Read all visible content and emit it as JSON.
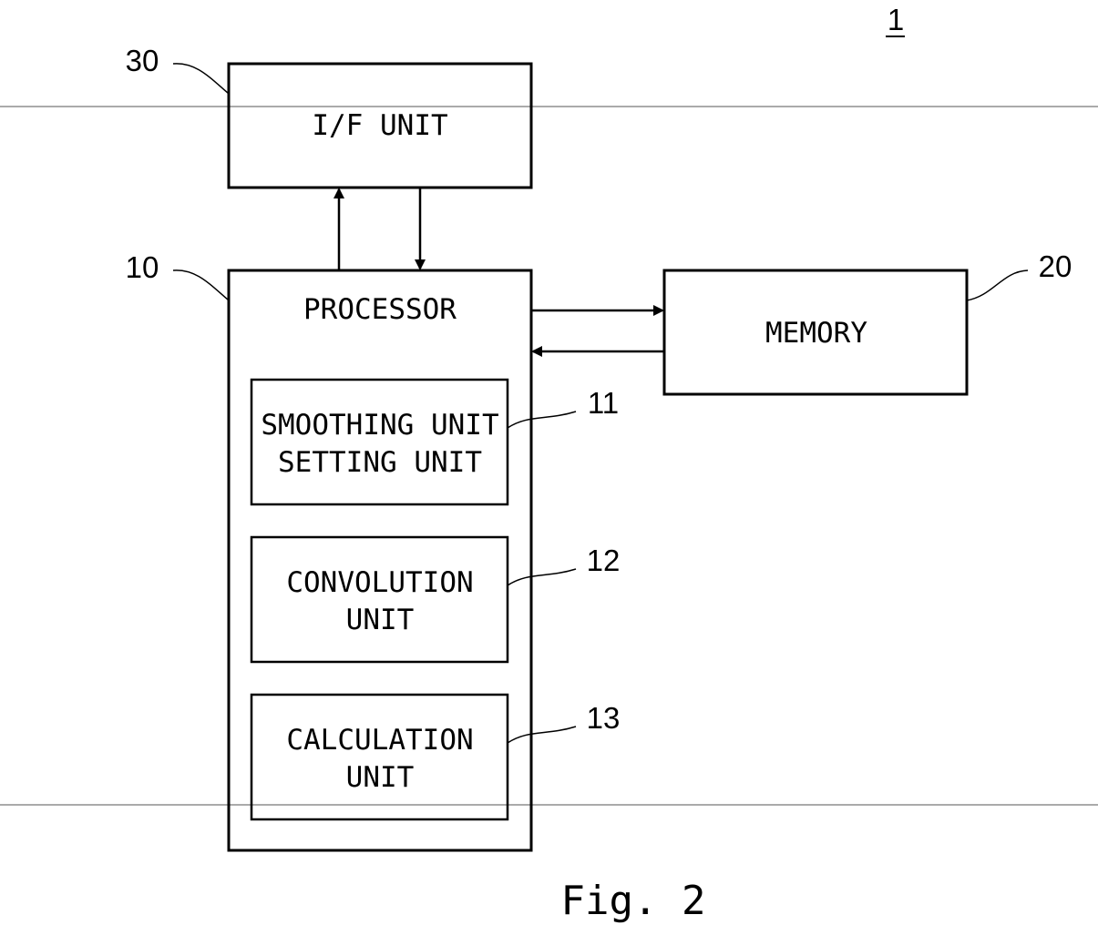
{
  "figure": {
    "caption": "Fig. 2",
    "device_ref": "1"
  },
  "blocks": {
    "if_unit": {
      "ref": "30",
      "lines": [
        "I/F UNIT"
      ]
    },
    "processor": {
      "ref": "10",
      "lines": [
        "PROCESSOR"
      ]
    },
    "memory": {
      "ref": "20",
      "lines": [
        "MEMORY"
      ]
    },
    "smoothing_unit_setting_unit": {
      "ref": "11",
      "lines": [
        "SMOOTHING UNIT",
        "SETTING UNIT"
      ]
    },
    "convolution_unit": {
      "ref": "12",
      "lines": [
        "CONVOLUTION",
        "UNIT"
      ]
    },
    "calculation_unit": {
      "ref": "13",
      "lines": [
        "CALCULATION",
        "UNIT"
      ]
    }
  },
  "connections": [
    {
      "from": "processor",
      "to": "if_unit"
    },
    {
      "from": "if_unit",
      "to": "processor"
    },
    {
      "from": "processor",
      "to": "memory"
    },
    {
      "from": "memory",
      "to": "processor"
    }
  ],
  "colors": {
    "line": "#000000",
    "background": "#ffffff"
  }
}
